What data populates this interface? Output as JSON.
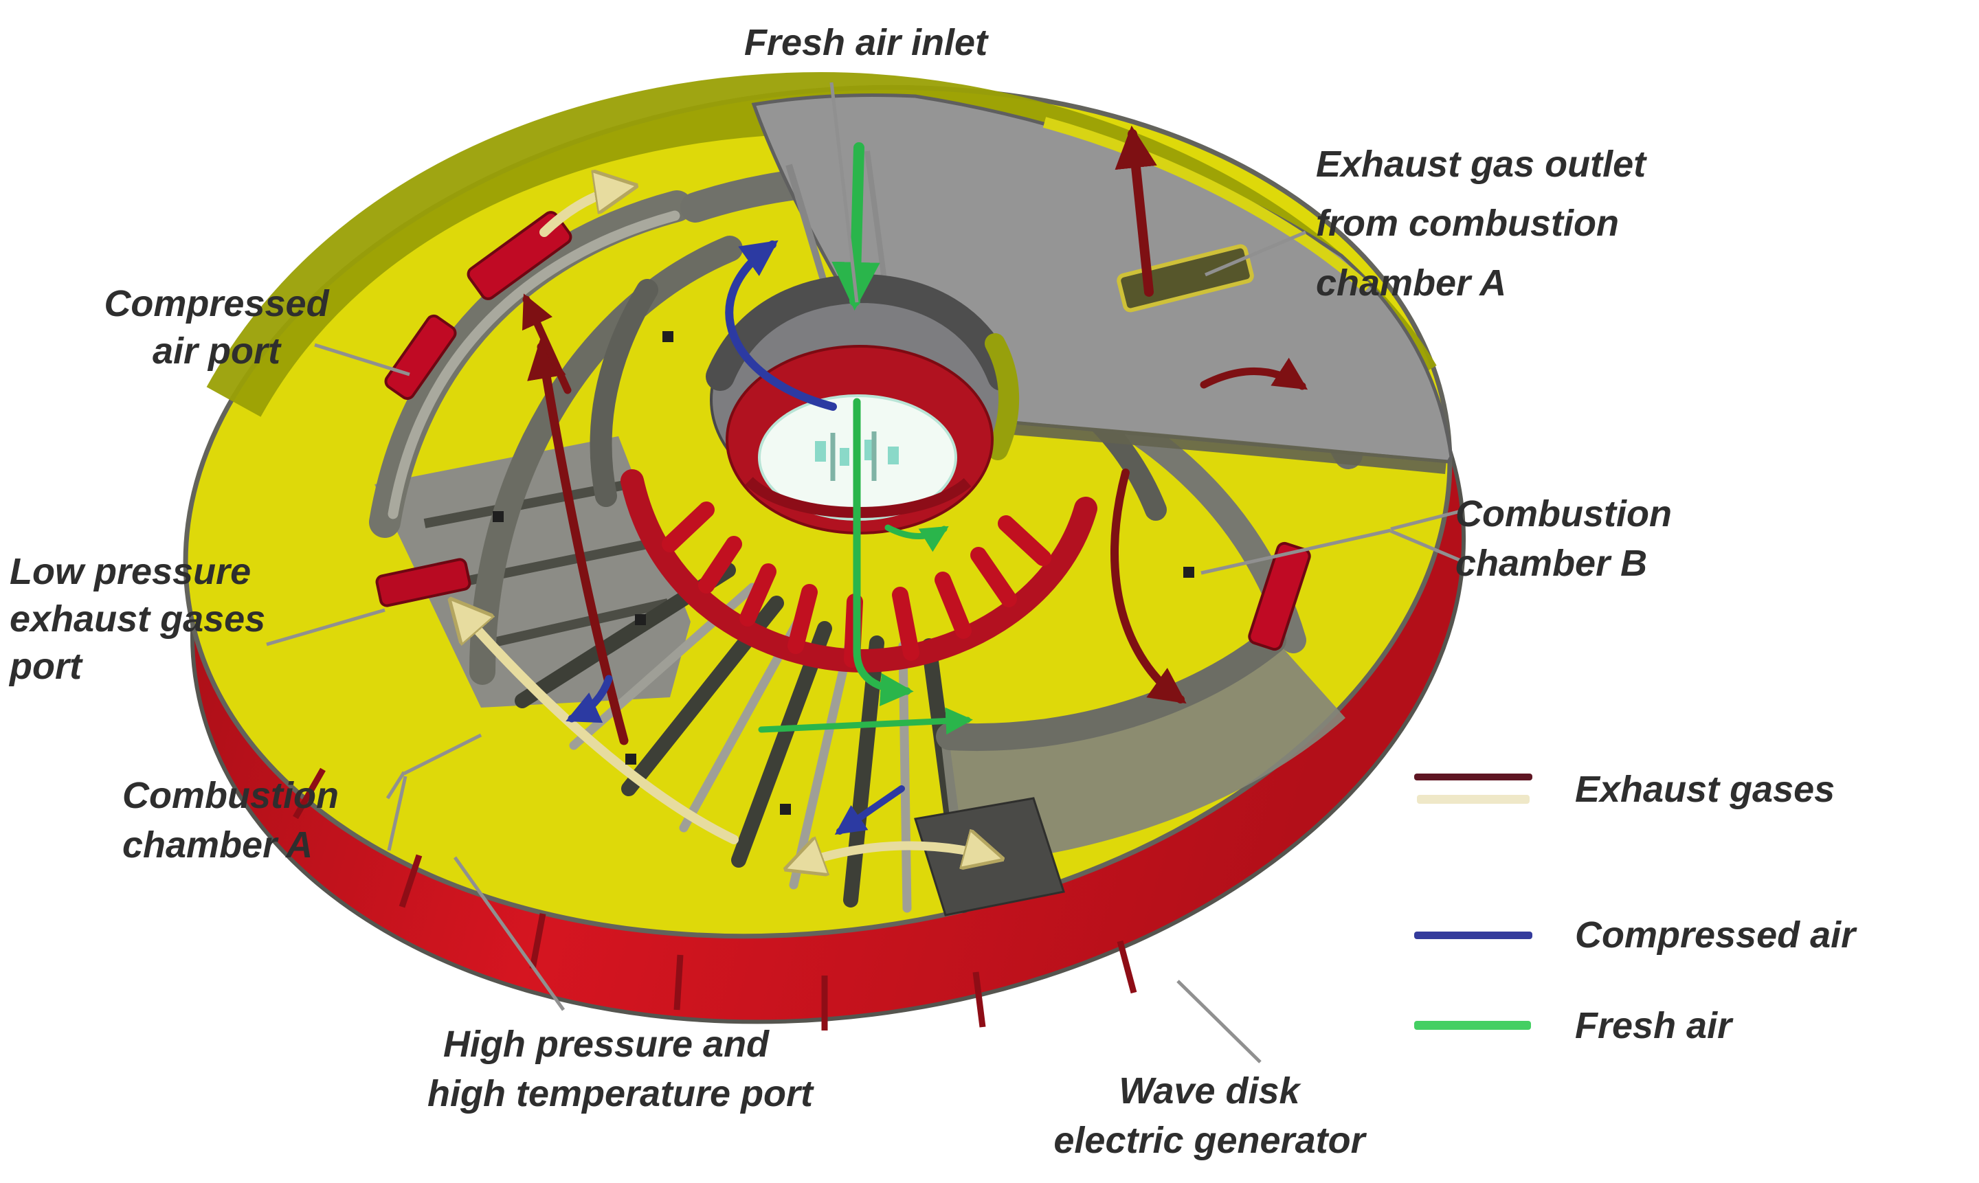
{
  "figure": {
    "background": "#ffffff",
    "subject": "Wave disk electric generator cutaway diagram"
  },
  "labels": {
    "fresh_air_inlet": "Fresh air inlet",
    "exhaust_outlet": {
      "l1": "Exhaust gas outlet",
      "l2": "from combustion",
      "l3": "chamber A"
    },
    "compressed_air_port": {
      "l1": "Compressed",
      "l2": "air port"
    },
    "low_pressure_port": {
      "l1": "Low pressure",
      "l2": "exhaust gases",
      "l3": "port"
    },
    "combustion_chamber_a": {
      "l1": "Combustion",
      "l2": "chamber A"
    },
    "combustion_chamber_b": {
      "l1": "Combustion",
      "l2": "chamber B"
    },
    "high_pressure_port": {
      "l1": "High pressure and",
      "l2": "high temperature port"
    },
    "wave_disk": {
      "l1": "Wave disk",
      "l2": "electric generator"
    }
  },
  "legend": {
    "items": [
      {
        "label": "Exhaust gases",
        "colors": [
          "#5f1623",
          "#efe8c8"
        ]
      },
      {
        "label": "Compressed air",
        "colors": [
          "#343b9c"
        ]
      },
      {
        "label": "Fresh air",
        "colors": [
          "#44cf63"
        ]
      }
    ]
  },
  "flow_colors": {
    "exhaust_gases": "#7e1013",
    "exhaust_trace": "#e7dc9f",
    "compressed_air": "#2c3aa2",
    "fresh_air": "#2ab54b"
  },
  "part_colors": {
    "disk_rim": "#c1101b",
    "disk_face": "#ded90a",
    "cover_plate": "#959595",
    "hot_ports": "#c00a24",
    "hub_ring": "#b11220"
  },
  "text_color": "#2e2e2e"
}
